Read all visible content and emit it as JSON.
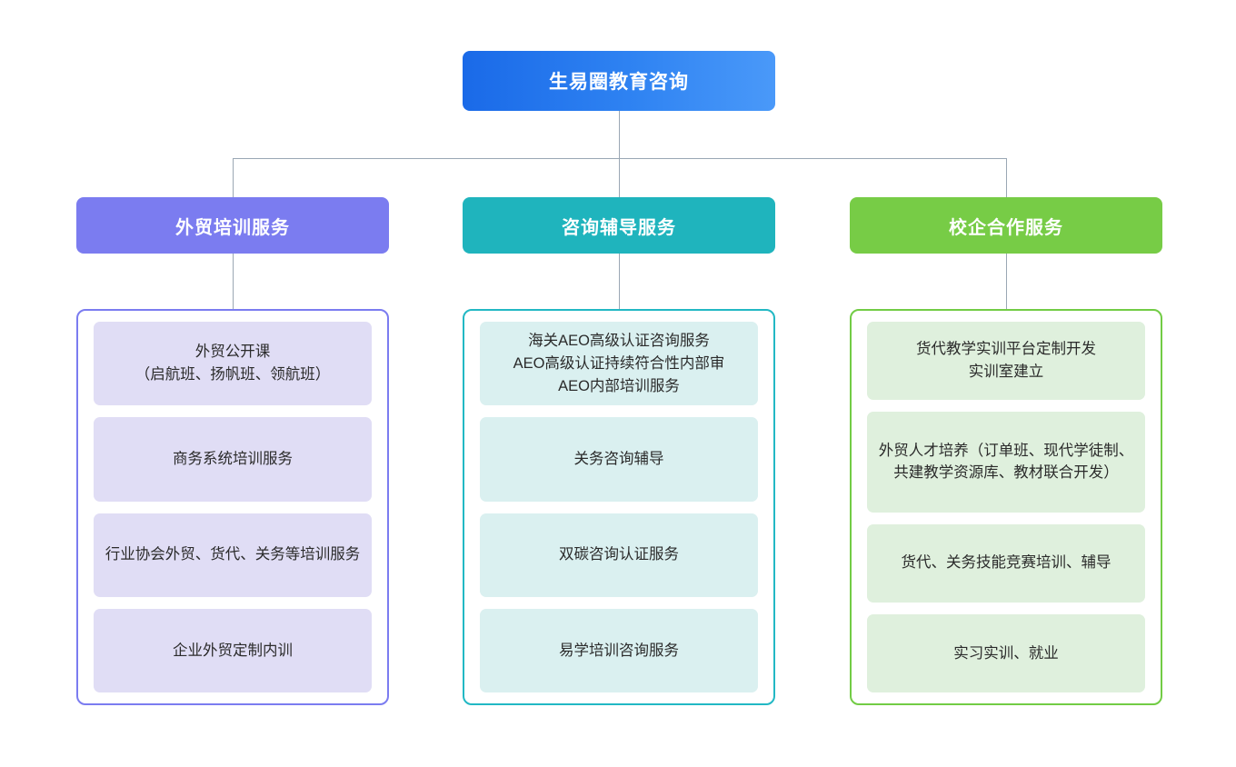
{
  "root": {
    "label": "生易圈教育咨询",
    "color": "#2f83f2",
    "gradient_from": "#1a6ae8",
    "gradient_to": "#4a99f9"
  },
  "branches": [
    {
      "header": "外贸培训服务",
      "header_color": "#7b7cf0",
      "border_color": "#7b7cf0",
      "card_color": "#e0ddf5",
      "items": [
        "外贸公开课\n（启航班、扬帆班、领航班）",
        "商务系统培训服务",
        "行业协会外贸、货代、关务等培训服务",
        "企业外贸定制内训"
      ]
    },
    {
      "header": "咨询辅导服务",
      "header_color": "#1fb4bd",
      "border_color": "#22b8c4",
      "card_color": "#daf0f0",
      "items": [
        "海关AEO高级认证咨询服务\nAEO高级认证持续符合性内部审\nAEO内部培训服务",
        "关务咨询辅导",
        "双碳咨询认证服务",
        "易学培训咨询服务"
      ]
    },
    {
      "header": "校企合作服务",
      "header_color": "#77cc46",
      "border_color": "#72cc45",
      "card_color": "#dff0dd",
      "items": [
        "货代教学实训平台定制开发\n实训室建立",
        "外贸人才培养（订单班、现代学徒制、共建教学资源库、教材联合开发）",
        "货代、关务技能竞赛培训、辅导",
        "实习实训、就业"
      ]
    }
  ],
  "connectors": {
    "line_color": "#9aa7b4"
  }
}
